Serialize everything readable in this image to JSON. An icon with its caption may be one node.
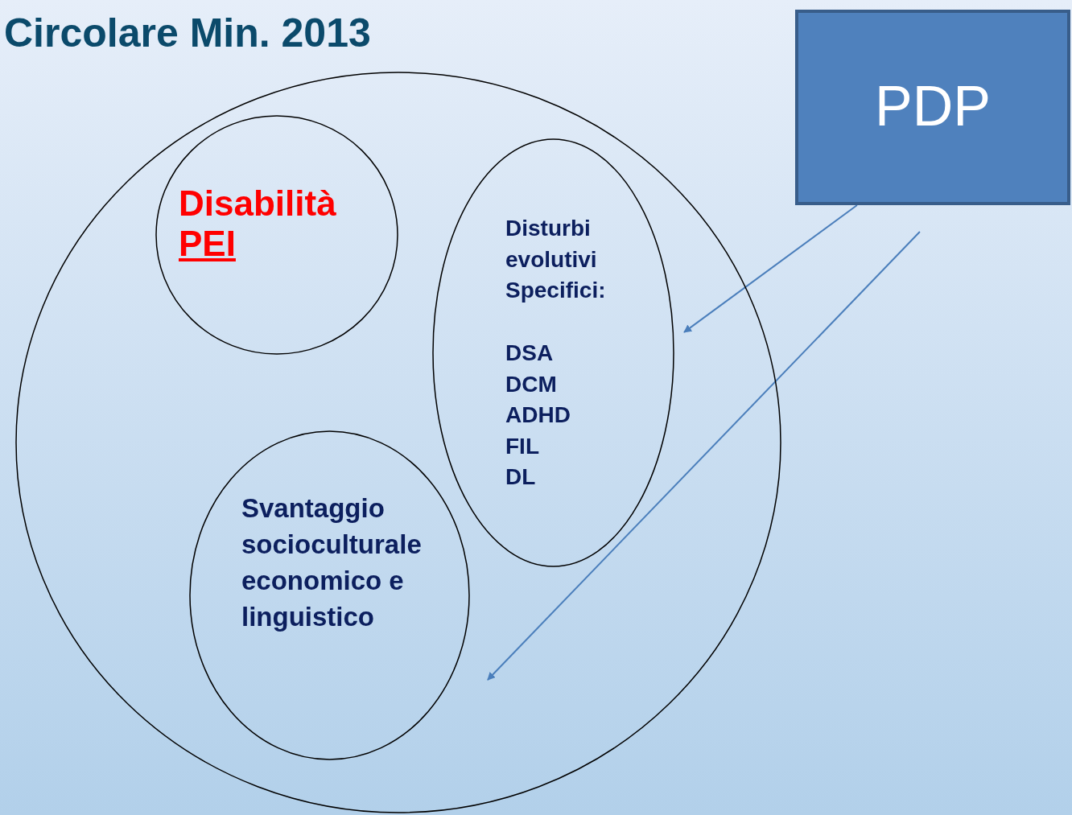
{
  "diagram": {
    "title": "Circolare Min. 2013",
    "nodes": [
      {
        "text": [],
        "shape": "circle"
      },
      {
        "text": [
          "Disabilità",
          "PEI"
        ],
        "in": 0
      },
      {
        "text": [
          "Disturbi evolutivi Specifici:",
          "DSA DCM ADHD FIL DL"
        ],
        "in": 0
      },
      {
        "text": [
          "Svantaggio socioculturale economico e linguistico"
        ],
        "in": 0
      },
      {
        "text": [
          "PDP"
        ]
      }
    ],
    "edges": [
      {
        "from": 4,
        "to": 2,
        "arrow": "to"
      },
      {
        "from": 4,
        "to": 3,
        "arrow": "to"
      }
    ]
  }
}
